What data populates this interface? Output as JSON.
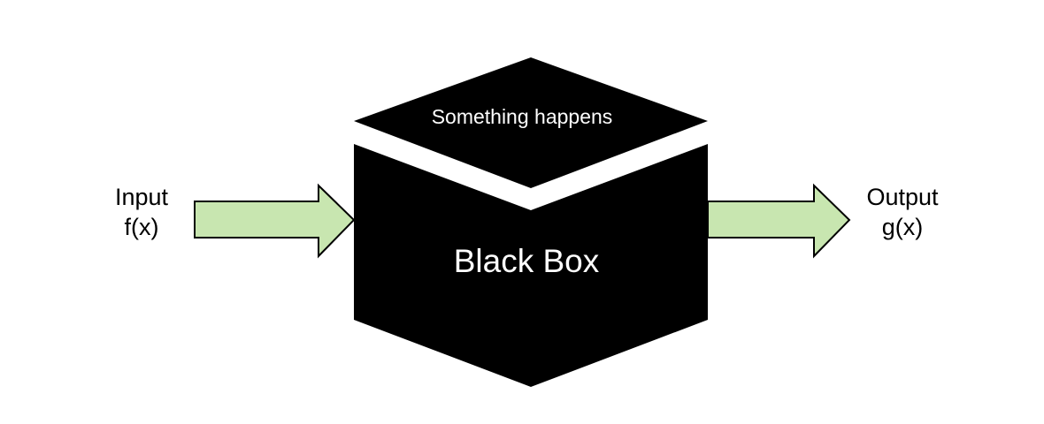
{
  "colors": {
    "arrow_fill": "#c8e6b0",
    "arrow_stroke": "#000000",
    "box_fill": "#000000",
    "background": "#ffffff"
  },
  "input": {
    "title": "Input",
    "function": "f(x)"
  },
  "box": {
    "top_text": "Something happens",
    "main_text": "Black Box"
  },
  "output": {
    "title": "Output",
    "function": "g(x)"
  }
}
